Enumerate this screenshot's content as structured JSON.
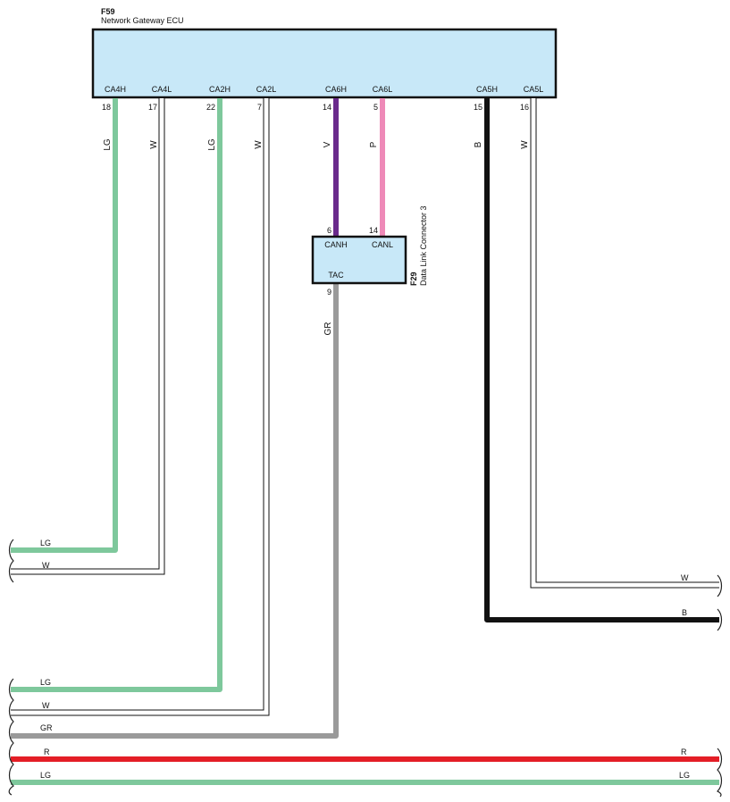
{
  "ecu": {
    "id": "F59",
    "name": "Network Gateway ECU"
  },
  "dlc": {
    "id": "F29",
    "name": "Data Link Connector 3"
  },
  "terminals": {
    "ca4h": {
      "name": "CA4H",
      "pin": "18",
      "color": "LG"
    },
    "ca4l": {
      "name": "CA4L",
      "pin": "17",
      "color": "W"
    },
    "ca2h": {
      "name": "CA2H",
      "pin": "22",
      "color": "LG"
    },
    "ca2l": {
      "name": "CA2L",
      "pin": "7",
      "color": "W"
    },
    "ca6h": {
      "name": "CA6H",
      "pin": "14",
      "color": "V"
    },
    "ca6l": {
      "name": "CA6L",
      "pin": "5",
      "color": "P"
    },
    "ca5h": {
      "name": "CA5H",
      "pin": "15",
      "color": "B"
    },
    "ca5l": {
      "name": "CA5L",
      "pin": "16",
      "color": "W"
    }
  },
  "dlc_terminals": {
    "canh": {
      "name": "CANH",
      "pin": "6"
    },
    "canl": {
      "name": "CANL",
      "pin": "14"
    },
    "tac": {
      "name": "TAC",
      "pin": "9",
      "color": "GR"
    }
  },
  "edge_labels": {
    "left_lg1": "LG",
    "left_w1": "W",
    "right_w": "W",
    "right_b": "B",
    "left_lg2": "LG",
    "left_w2": "W",
    "left_gr": "GR",
    "left_r": "R",
    "right_r": "R",
    "left_lg3": "LG",
    "right_lg3": "LG"
  },
  "colors": {
    "LG": "#7ec89c",
    "V": "#6a2a8c",
    "P": "#ee8ab8",
    "B": "#111111",
    "GR": "#9a9a9a",
    "R": "#e41e26",
    "box_fill": "#c8e8f8"
  }
}
